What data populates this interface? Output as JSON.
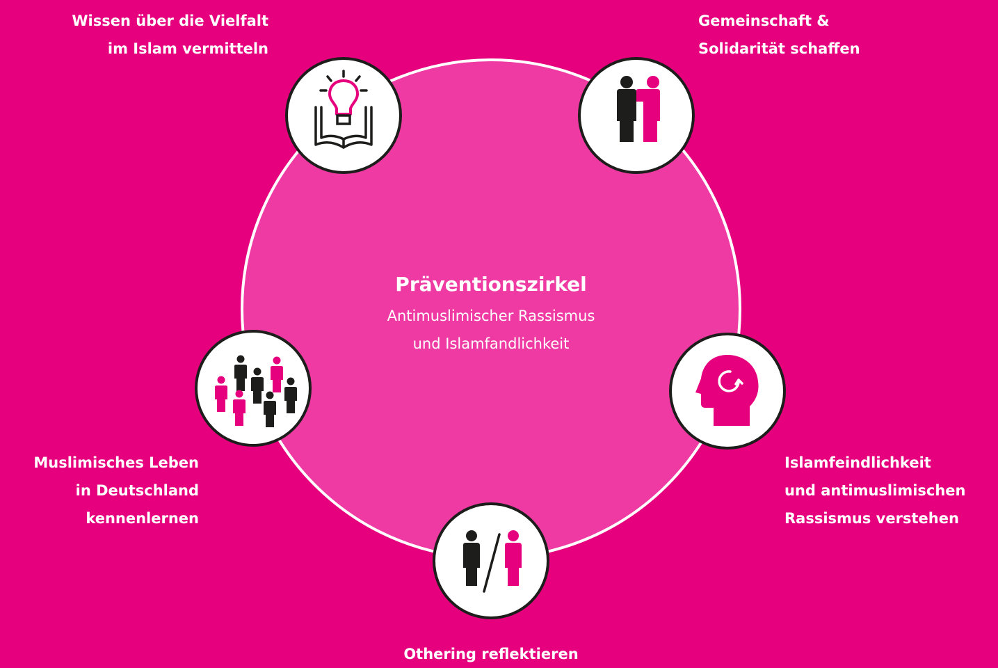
{
  "center": {
    "title": "Präventionszirkel",
    "subtitle_line1": "Antimuslimischer Rassismus",
    "subtitle_line2": "und Islamfandlichkeit"
  },
  "nodes": [
    {
      "id": "knowledge",
      "icon": "book-lightbulb-icon",
      "label_lines": [
        "Wissen über die Vielfalt",
        "im Islam vermitteln"
      ]
    },
    {
      "id": "community",
      "icon": "two-people-icon",
      "label_lines": [
        "Gemeinschaft &",
        "Solidarität schaffen"
      ]
    },
    {
      "id": "understanding",
      "icon": "head-refresh-icon",
      "label_lines": [
        "Islamfeindlichkeit",
        "und antimuslimischen",
        "Rassismus verstehen"
      ]
    },
    {
      "id": "othering",
      "icon": "people-divided-icon",
      "label_lines": [
        "Othering reflektieren"
      ]
    },
    {
      "id": "muslim-life",
      "icon": "crowd-icon",
      "label_lines": [
        "Muslimisches Leben",
        "in Deutschland",
        "kennenlernen"
      ]
    }
  ],
  "colors": {
    "background": "#e6007e",
    "circle_fill": "#ee3aa2",
    "accent": "#e6007e",
    "dark": "#1d1d1b",
    "white": "#ffffff"
  }
}
